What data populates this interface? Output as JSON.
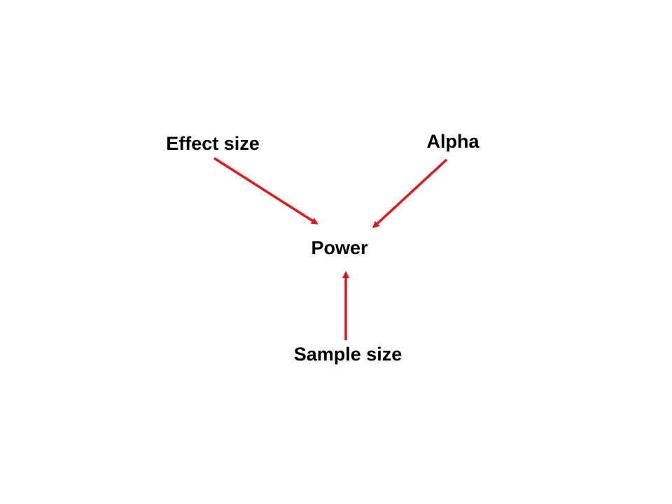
{
  "diagram": {
    "nodes": {
      "effect_size": "Effect size",
      "alpha": "Alpha",
      "power": "Power",
      "sample_size": "Sample size"
    },
    "edges": [
      {
        "from": "effect_size",
        "to": "power"
      },
      {
        "from": "alpha",
        "to": "power"
      },
      {
        "from": "sample_size",
        "to": "power"
      }
    ],
    "arrow_color": "#e8141b",
    "text_color": "#000000",
    "background": "#ffffff"
  }
}
